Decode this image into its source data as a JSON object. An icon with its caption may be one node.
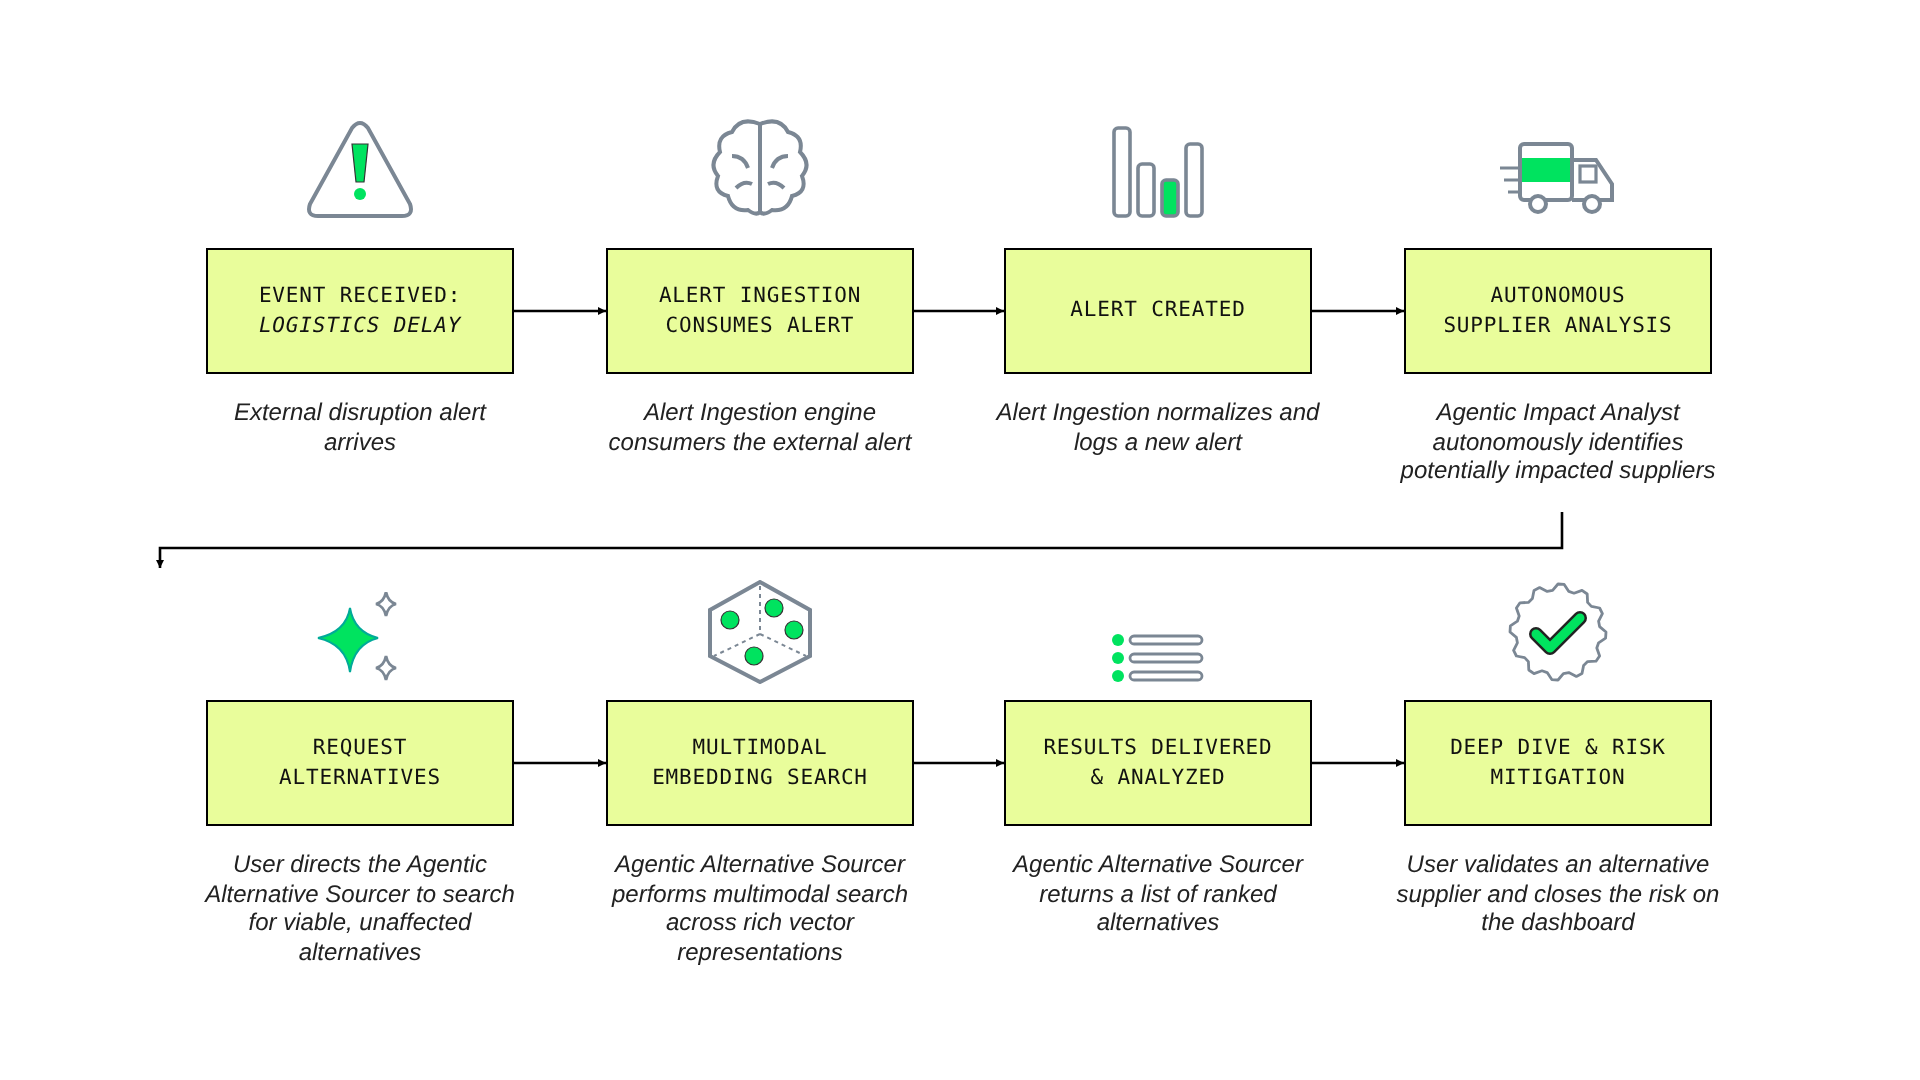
{
  "diagram": {
    "nodes": [
      {
        "text": [
          "EVENT RECEIVED: *LOGISTICS DELAY*"
        ],
        "beside": [
          "External disruption alert arrives"
        ]
      },
      {
        "text": [
          "ALERT INGESTION CONSUMES ALERT"
        ],
        "beside": [
          "Alert Ingestion engine consumers the external alert"
        ]
      },
      {
        "text": [
          "ALERT CREATED"
        ],
        "beside": [
          "Alert Ingestion normalizes and logs a new alert"
        ]
      },
      {
        "text": [
          "AUTONOMOUS SUPPLIER ANALYSIS"
        ],
        "beside": [
          "Agentic Impact Analyst autonomously identifies potentially impacted suppliers"
        ]
      },
      {
        "text": [
          "REQUEST ALTERNATIVES"
        ],
        "beside": [
          "User directs the Agentic Alternative Sourcer to search for viable, unaffected alternatives"
        ]
      },
      {
        "text": [
          "MULTIMODAL EMBEDDING SEARCH"
        ],
        "beside": [
          "Agentic Alternative Sourcer performs multimodal search across rich vector representations"
        ]
      },
      {
        "text": [
          "RESULTS DELIVERED & ANALYZED"
        ],
        "beside": [
          "Agentic Alternative Sourcer returns a list of ranked alternatives"
        ]
      },
      {
        "text": [
          "DEEP DIVE & RISK MITIGATION"
        ],
        "beside": [
          "User validates an alternative supplier and closes the risk on the dashboard"
        ]
      }
    ],
    "edges": [
      {
        "from": 0,
        "to": 1,
        "arrow": "to"
      },
      {
        "from": 1,
        "to": 2,
        "arrow": "to"
      },
      {
        "from": 2,
        "to": 3,
        "arrow": "to"
      },
      {
        "from": 3,
        "to": 4,
        "arrow": "to"
      },
      {
        "from": 4,
        "to": 5,
        "arrow": "to"
      },
      {
        "from": 5,
        "to": 6,
        "arrow": "to"
      },
      {
        "from": 6,
        "to": 7,
        "arrow": "to"
      }
    ]
  }
}
